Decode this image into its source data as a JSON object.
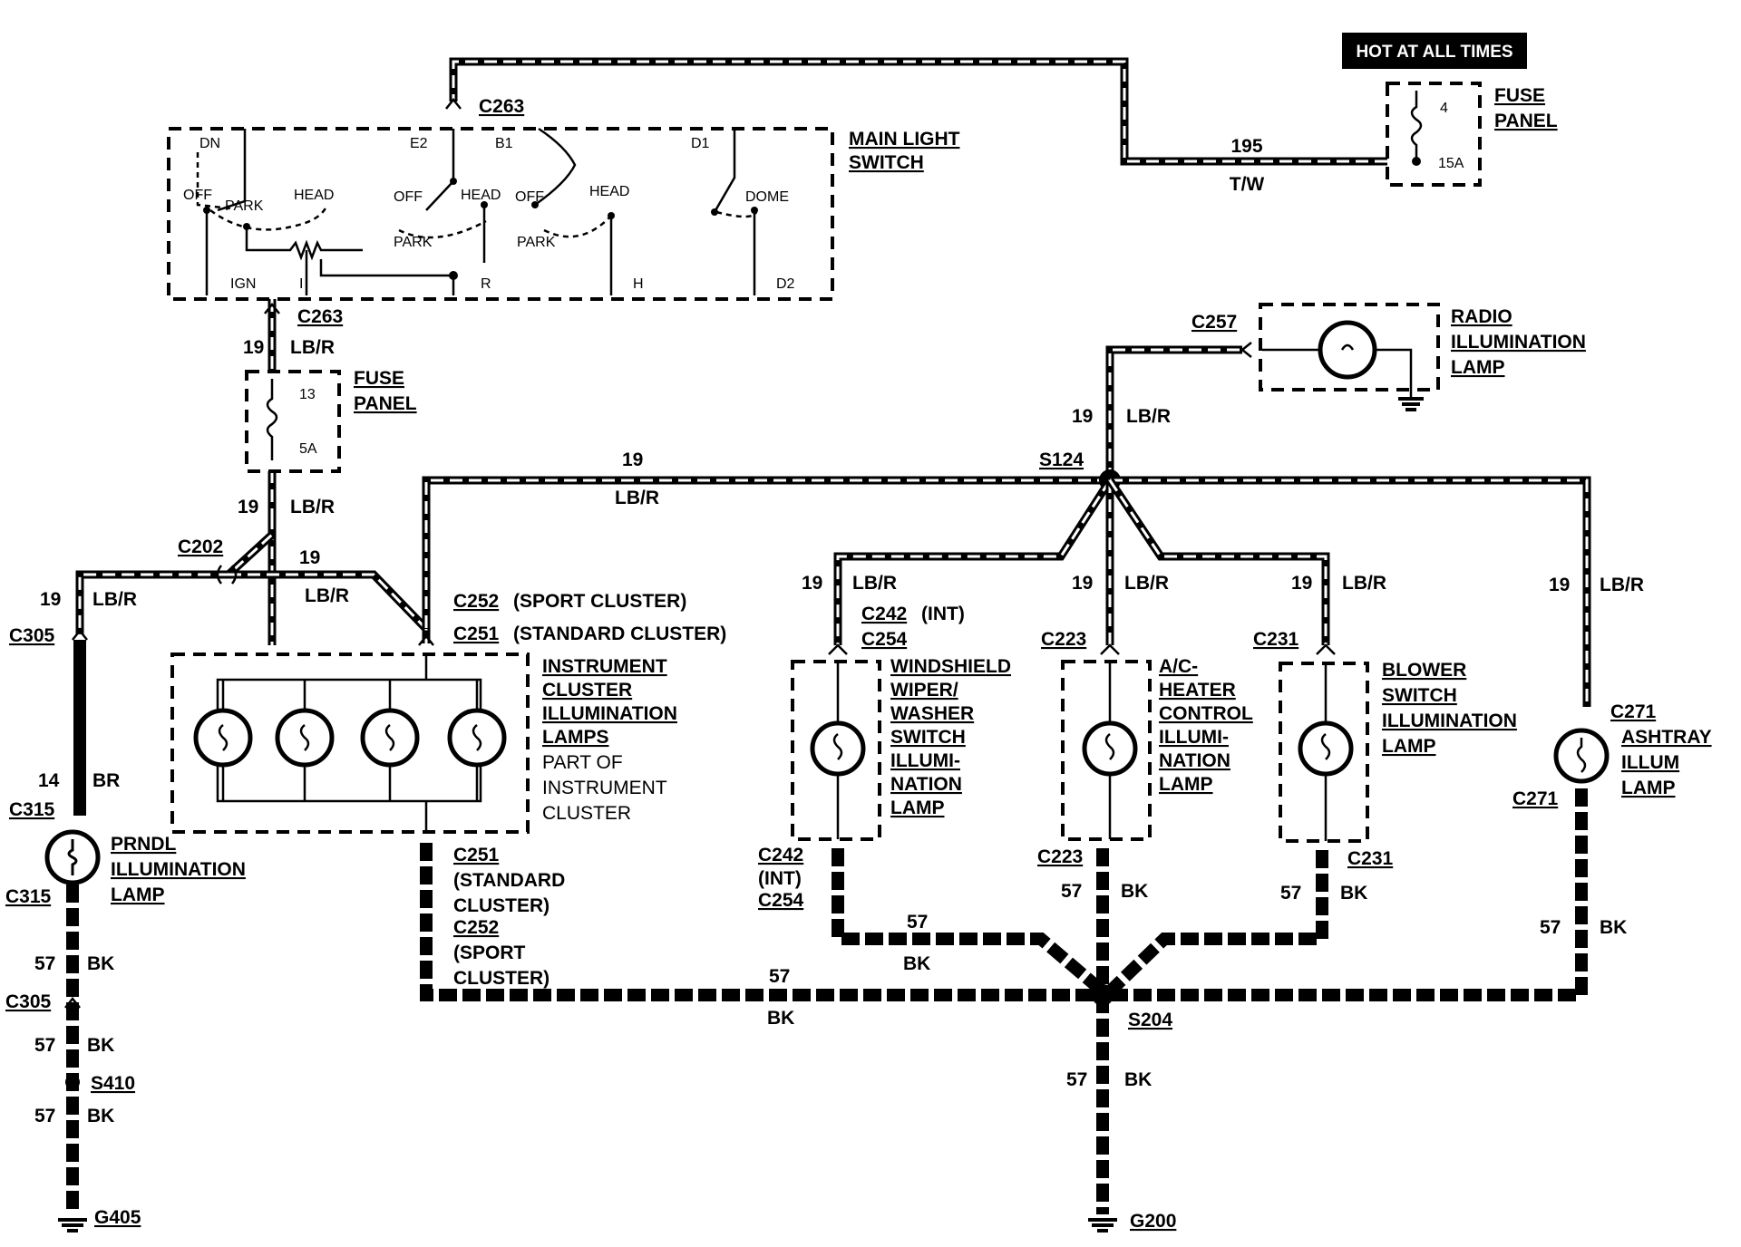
{
  "hot_label": "HOT AT ALL TIMES",
  "fuse_top": {
    "title_1": "FUSE",
    "title_2": "PANEL",
    "num": "4",
    "amp": "15A"
  },
  "fuse_mid": {
    "title_1": "FUSE",
    "title_2": "PANEL",
    "num": "13",
    "amp": "5A"
  },
  "main_switch": {
    "title_1": "MAIN LIGHT",
    "title_2": "SWITCH",
    "pins": [
      "DN",
      "E2",
      "B1",
      "D1",
      "IGN",
      "I",
      "R",
      "H",
      "D2"
    ],
    "positions": [
      "OFF",
      "PARK",
      "HEAD",
      "OFF",
      "HEAD",
      "PARK",
      "OFF",
      "HEAD",
      "PARK",
      "DOME"
    ]
  },
  "connectors": {
    "c263_top": "C263",
    "c263_bottom": "C263",
    "c257": "C257",
    "s124": "S124",
    "c202": "C202",
    "c305_top": "C305",
    "c315_top": "C315",
    "c315_bottom": "C315",
    "c305_bottom": "C305",
    "s410": "S410",
    "g405": "G405",
    "c252_top": "C252",
    "c252_top_note": "(SPORT CLUSTER)",
    "c251_top": "C251",
    "c251_top_note": "(STANDARD CLUSTER)",
    "c251_bottom": "C251",
    "c251_bottom_note_1": "(STANDARD",
    "c251_bottom_note_2": "CLUSTER)",
    "c252_bottom": "C252",
    "c252_bottom_note_1": "(SPORT",
    "c252_bottom_note_2": "CLUSTER)",
    "c242_top": "C242",
    "c242_top_note": "(INT)",
    "c254_top": "C254",
    "c242_bottom": "C242",
    "c242_bottom_note": "(INT)",
    "c254_bottom": "C254",
    "c223_top": "C223",
    "c223_bottom": "C223",
    "c231_top": "C231",
    "c231_bottom": "C231",
    "c271_top": "C271",
    "c271_bottom": "C271",
    "s204": "S204",
    "g200": "G200"
  },
  "wires": {
    "w195_num": "195",
    "w195_color": "T/W",
    "lbr_num": "19",
    "lbr_color": "LB/R",
    "br_num": "14",
    "br_color": "BR",
    "bk_num": "57",
    "bk_color": "BK"
  },
  "components": {
    "radio": [
      "RADIO",
      "ILLUMINATION",
      "LAMP"
    ],
    "cluster": [
      "INSTRUMENT",
      "CLUSTER",
      "ILLUMINATION",
      "LAMPS"
    ],
    "cluster_part": [
      "PART OF",
      "INSTRUMENT",
      "CLUSTER"
    ],
    "prndl": [
      "PRNDL",
      "ILLUMINATION",
      "LAMP"
    ],
    "wiper": [
      "WINDSHIELD",
      "WIPER/",
      "WASHER",
      "SWITCH",
      "ILLUMI-",
      "NATION",
      "LAMP"
    ],
    "ac": [
      "A/C-",
      "HEATER",
      "CONTROL",
      "ILLUMI-",
      "NATION",
      "LAMP"
    ],
    "blower": [
      "BLOWER",
      "SWITCH",
      "ILLUMINATION",
      "LAMP"
    ],
    "ashtray": [
      "ASHTRAY",
      "ILLUM",
      "LAMP"
    ]
  }
}
